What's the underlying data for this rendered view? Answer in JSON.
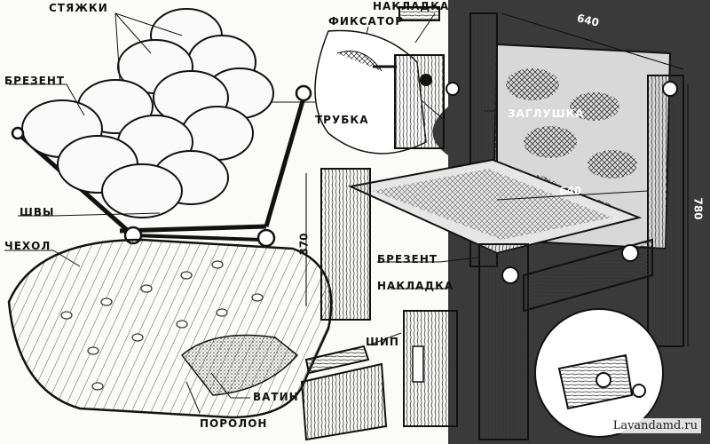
{
  "labels": {
    "styazhki": "СТЯЖКИ",
    "brezent_top": "БРЕЗЕНТ",
    "nakladka_top": "НАКЛАДКА",
    "fiksator": "ФИКСАТОР",
    "trubka": "ТРУБКА",
    "zaglushka": "ЗАГЛУШКА",
    "shvy": "ШВЫ",
    "chekhol": "ЧЕХОЛ",
    "brezent_mid": "БРЕЗЕНТ",
    "nakladka_bottom": "НАКЛАДКА",
    "ship": "ШИП",
    "vatin": "ВАТИН",
    "porolon": "ПОРОЛОН"
  },
  "dimensions": {
    "width_top": "640",
    "width_seat": "640",
    "height_right": "780",
    "height_left": "370"
  },
  "watermark": "Lavandamd.ru"
}
